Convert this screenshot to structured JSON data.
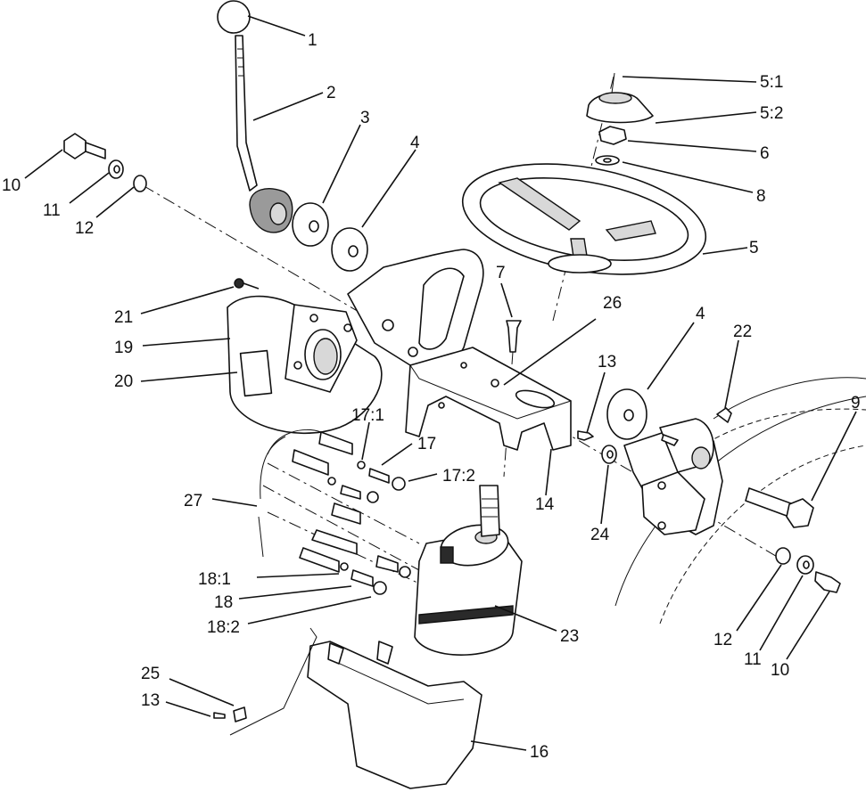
{
  "callouts": [
    {
      "label": "1"
    },
    {
      "label": "2"
    },
    {
      "label": "3"
    },
    {
      "label": "4"
    },
    {
      "label": "5:1"
    },
    {
      "label": "5:2"
    },
    {
      "label": "6"
    },
    {
      "label": "8"
    },
    {
      "label": "5"
    },
    {
      "label": "10"
    },
    {
      "label": "11"
    },
    {
      "label": "12"
    },
    {
      "label": "7"
    },
    {
      "label": "26"
    },
    {
      "label": "21"
    },
    {
      "label": "19"
    },
    {
      "label": "20"
    },
    {
      "label": "4"
    },
    {
      "label": "22"
    },
    {
      "label": "13"
    },
    {
      "label": "9"
    },
    {
      "label": "17:1"
    },
    {
      "label": "17"
    },
    {
      "label": "17:2"
    },
    {
      "label": "27"
    },
    {
      "label": "14"
    },
    {
      "label": "24"
    },
    {
      "label": "18:1"
    },
    {
      "label": "18"
    },
    {
      "label": "18:2"
    },
    {
      "label": "23"
    },
    {
      "label": "12"
    },
    {
      "label": "11"
    },
    {
      "label": "10"
    },
    {
      "label": "25"
    },
    {
      "label": "13"
    },
    {
      "label": "16"
    }
  ]
}
